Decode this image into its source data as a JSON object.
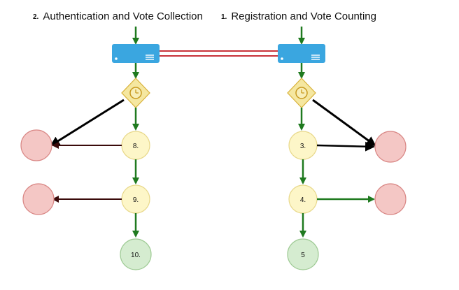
{
  "headings": {
    "left": {
      "number": "2.",
      "title": "Authentication and Vote Collection"
    },
    "right": {
      "number": "1.",
      "title": "Registration and Vote Counting"
    }
  },
  "nodes": {
    "left": [
      "8.",
      "9.",
      "10."
    ],
    "right": [
      "3.",
      "4.",
      "5"
    ]
  },
  "colors": {
    "server_fill": "#3aa6e0",
    "link_red": "#c8323a",
    "arrow_green": "#1f7a1f",
    "arrow_black": "#000000",
    "arrow_dark_red": "#3a0a0a",
    "timer_fill": "#f5e7a0",
    "node_yellow": "#fdf6c8",
    "node_green": "#d5ecd0",
    "node_red": "#f4c7c5"
  },
  "icons": [
    "server-icon",
    "clock-icon"
  ]
}
